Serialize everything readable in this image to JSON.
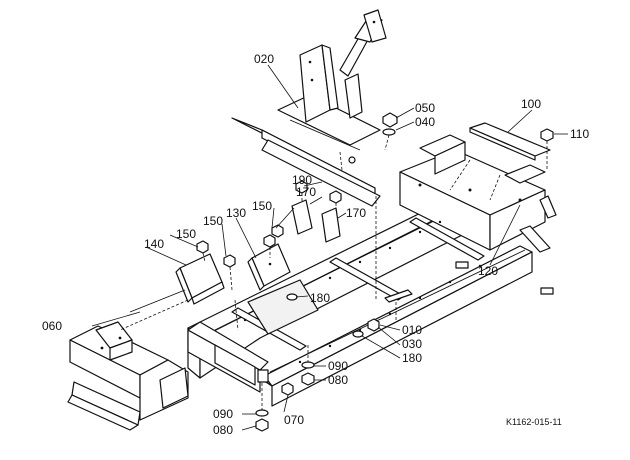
{
  "labels": {
    "p010": "010",
    "p020": "020",
    "p030": "030",
    "p040": "040",
    "p050": "050",
    "p060": "060",
    "p070": "070",
    "p080a": "080",
    "p080b": "080",
    "p090a": "090",
    "p090b": "090",
    "p100": "100",
    "p110": "110",
    "p120": "120",
    "p130": "130",
    "p140": "140",
    "p150a": "150",
    "p150b": "150",
    "p150c": "150",
    "p170a": "170",
    "p170b": "170",
    "p180a": "180",
    "p180b": "180",
    "p190": "190"
  },
  "drawing_code": "K1162-015-11"
}
